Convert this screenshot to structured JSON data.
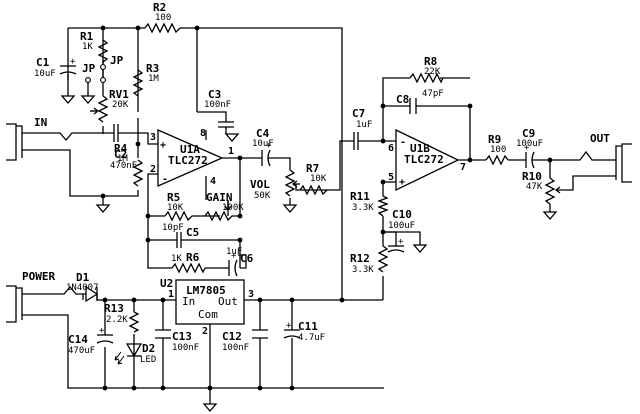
{
  "components": {
    "R1": {
      "ref": "R1",
      "value": "1K"
    },
    "R2": {
      "ref": "R2",
      "value": "100"
    },
    "R3": {
      "ref": "R3",
      "value": "1M"
    },
    "R4": {
      "ref": "R4",
      "value": "1M"
    },
    "R5": {
      "ref": "R5",
      "value": "10K"
    },
    "R6": {
      "ref": "R6",
      "value": "1K"
    },
    "R7": {
      "ref": "R7",
      "value": "10K"
    },
    "R8": {
      "ref": "R8",
      "value": "22K"
    },
    "R9": {
      "ref": "R9",
      "value": "100"
    },
    "R10": {
      "ref": "R10",
      "value": "47K"
    },
    "R11": {
      "ref": "R11",
      "value": "3.3K"
    },
    "R12": {
      "ref": "R12",
      "value": "3.3K"
    },
    "R13": {
      "ref": "R13",
      "value": "2.2K"
    },
    "RV1": {
      "ref": "RV1",
      "value": "20K"
    },
    "C1": {
      "ref": "C1",
      "value": "10uF"
    },
    "C2": {
      "ref": "C2",
      "value": "470nF"
    },
    "C3": {
      "ref": "C3",
      "value": "100nF"
    },
    "C4": {
      "ref": "C4",
      "value": "10uF"
    },
    "C5": {
      "ref": "C5",
      "value": "10pF"
    },
    "C6": {
      "ref": "C6",
      "value": "1uF"
    },
    "C7": {
      "ref": "C7",
      "value": "1uF"
    },
    "C8": {
      "ref": "C8",
      "value": "47pF"
    },
    "C9": {
      "ref": "C9",
      "value": "100uF"
    },
    "C10": {
      "ref": "C10",
      "value": "100uF"
    },
    "C11": {
      "ref": "C11",
      "value": "4.7uF"
    },
    "C12": {
      "ref": "C12",
      "value": "100nF"
    },
    "C13": {
      "ref": "C13",
      "value": "100nF"
    },
    "C14": {
      "ref": "C14",
      "value": "470uF"
    },
    "D1": {
      "ref": "D1",
      "value": "1N4007"
    },
    "D2": {
      "ref": "D2",
      "value": "LED"
    },
    "U1A": {
      "ref": "U1A",
      "value": "TLC272"
    },
    "U1B": {
      "ref": "U1B",
      "value": "TLC272"
    },
    "U2": {
      "ref": "U2",
      "value": "LM7805"
    }
  },
  "labels": {
    "in": "IN",
    "out": "OUT",
    "power": "POWER",
    "vol": "VOL",
    "vol_value": "50K",
    "gain": "GAIN",
    "gain_value": "100K",
    "jp": "JP",
    "reg_in": "In",
    "reg_out": "Out",
    "reg_com": "Com"
  },
  "pins": {
    "u1a_3": "3",
    "u1a_2": "2",
    "u1a_1": "1",
    "u1a_8": "8",
    "u1a_4": "4",
    "u1b_6": "6",
    "u1b_5": "5",
    "u1b_7": "7",
    "u2_1": "1",
    "u2_2": "2",
    "u2_3": "3"
  },
  "signs": {
    "minus": "-",
    "plus": "+",
    "cplus": "+"
  }
}
